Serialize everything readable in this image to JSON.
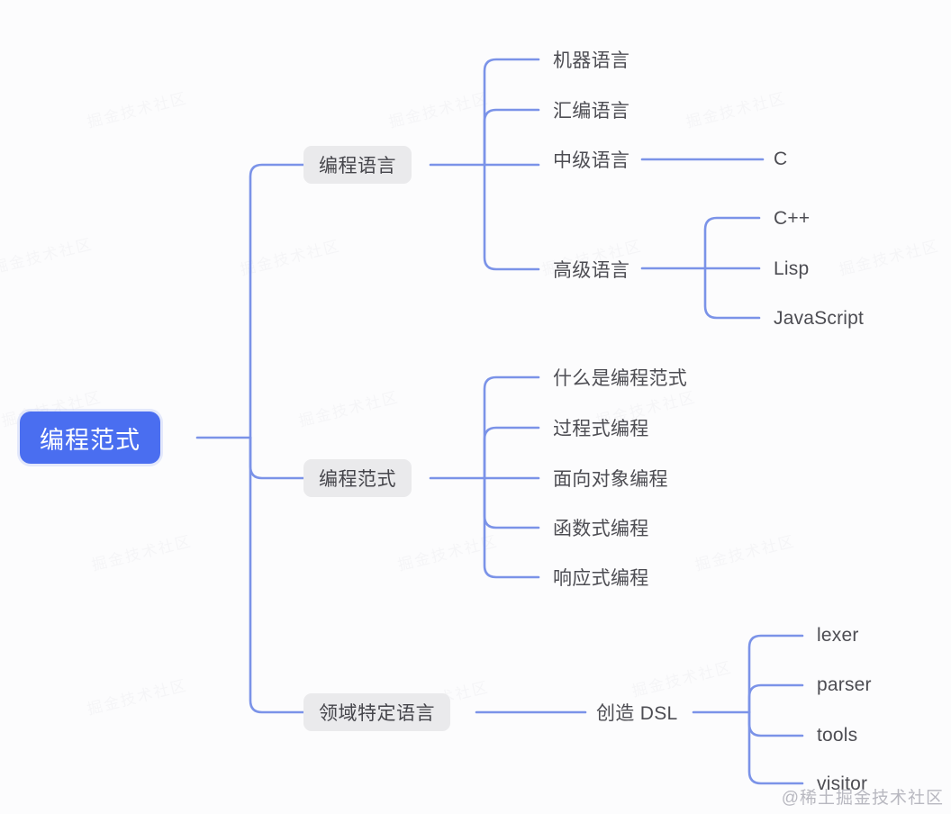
{
  "diagram": {
    "type": "mindmap",
    "title": "编程范式",
    "background_color": "#fcfcfd",
    "root_color": "#4a6ef0",
    "branch_color": "#eaeaec",
    "link_color": "#7b93e8"
  },
  "root": {
    "label": "编程范式"
  },
  "branches": [
    {
      "label": "编程语言",
      "children": [
        {
          "label": "机器语言",
          "children": []
        },
        {
          "label": "汇编语言",
          "children": []
        },
        {
          "label": "中级语言",
          "children": [
            {
              "label": "C"
            }
          ]
        },
        {
          "label": "高级语言",
          "children": [
            {
              "label": "C++"
            },
            {
              "label": "Lisp"
            },
            {
              "label": "JavaScript"
            }
          ]
        }
      ]
    },
    {
      "label": "编程范式",
      "children": [
        {
          "label": "什么是编程范式",
          "children": []
        },
        {
          "label": "过程式编程",
          "children": []
        },
        {
          "label": "面向对象编程",
          "children": []
        },
        {
          "label": "函数式编程",
          "children": []
        },
        {
          "label": "响应式编程",
          "children": []
        }
      ]
    },
    {
      "label": "领域特定语言",
      "children": [
        {
          "label": "创造 DSL",
          "children": [
            {
              "label": "lexer"
            },
            {
              "label": "parser"
            },
            {
              "label": "tools"
            },
            {
              "label": "visitor"
            }
          ]
        }
      ]
    }
  ],
  "watermark": {
    "corner": "@稀土掘金技术社区",
    "tiled": "掘金技术社区"
  }
}
